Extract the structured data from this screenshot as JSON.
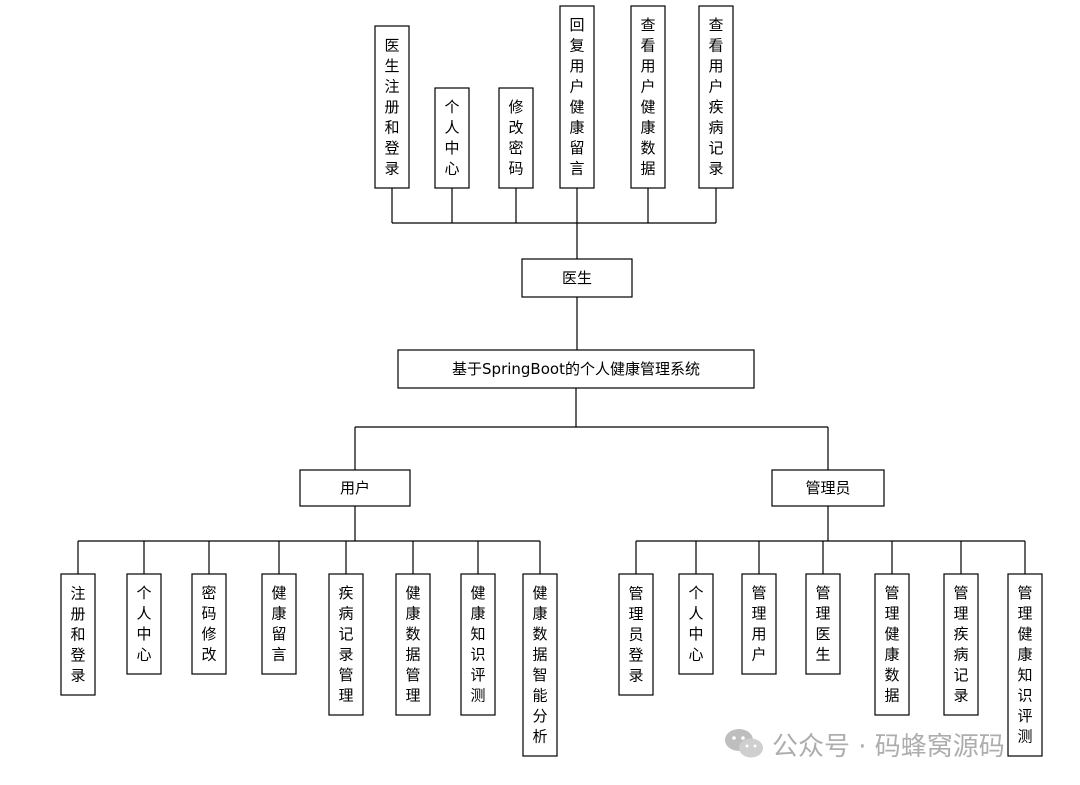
{
  "diagram": {
    "root": "基于SpringBoot的个人健康管理系统",
    "doctor": {
      "title": "医生",
      "children": [
        "医生注册和登录",
        "个人中心",
        "修改密码",
        "回复用户健康留言",
        "查看用户健康数据",
        "查看用户疾病记录"
      ]
    },
    "user": {
      "title": "用户",
      "children": [
        "注册和登录",
        "个人中心",
        "密码修改",
        "健康留言",
        "疾病记录管理",
        "健康数据管理",
        "健康知识评测",
        "健康数据智能分析"
      ]
    },
    "admin": {
      "title": "管理员",
      "children": [
        "管理员登录",
        "个人中心",
        "管理用户",
        "管理医生",
        "管理健康数据",
        "管理疾病记录",
        "管理健康知识评测"
      ]
    }
  },
  "watermark": {
    "text": "公众号 · 码蜂窝源码",
    "icon": "wechat-icon"
  }
}
